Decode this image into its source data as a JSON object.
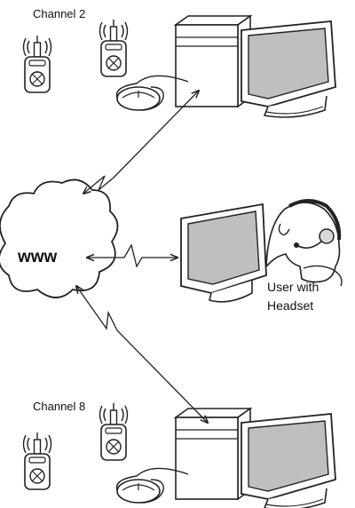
{
  "labels": {
    "channel_top": "Channel 2",
    "channel_bottom": "Channel 8",
    "cloud": "www",
    "user_line1": "User with",
    "user_line2": "Headset"
  },
  "colors": {
    "stroke": "#222222",
    "cloud_fill": "#ffffff",
    "monitor_screen": "#bfbfbf",
    "screen_frame": "#ffffff",
    "headset_fill": "#d9d9d9"
  },
  "icons": [
    "radio-transmitter-icon",
    "computer-tower-icon",
    "monitor-icon",
    "mouse-icon",
    "cloud-icon",
    "person-with-headset-icon",
    "network-link-arrow"
  ]
}
